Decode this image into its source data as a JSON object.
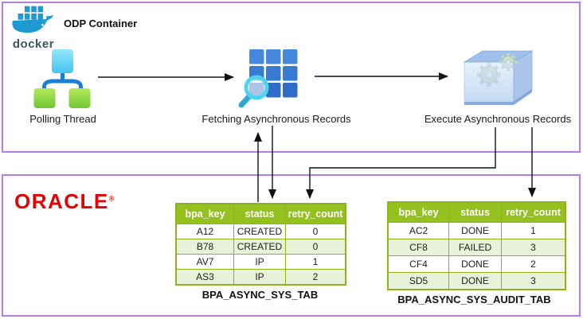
{
  "docker": {
    "wordmark": "docker",
    "logo_icon": "docker-whale-icon"
  },
  "container_box": {
    "title": "ODP Container",
    "nodes": [
      {
        "label": "Polling Thread",
        "icon": "org-hierarchy-icon"
      },
      {
        "label": "Fetching Asynchronous Records",
        "icon": "table-magnifier-icon"
      },
      {
        "label": "Execute Asynchronous Records",
        "icon": "gears-in-box-icon"
      }
    ]
  },
  "database_box": {
    "vendor_logo": "ORACLE",
    "registered_mark": "®",
    "tables": [
      {
        "caption": "BPA_ASYNC_SYS_TAB",
        "headers": [
          "bpa_key",
          "status",
          "retry_count"
        ],
        "rows": [
          [
            "A12",
            "CREATED",
            "0"
          ],
          [
            "B78",
            "CREATED",
            "0"
          ],
          [
            "AV7",
            "IP",
            "1"
          ],
          [
            "AS3",
            "IP",
            "2"
          ]
        ]
      },
      {
        "caption": "BPA_ASYNC_SYS_AUDIT_TAB",
        "headers": [
          "bpa_key",
          "status",
          "retry_count"
        ],
        "rows": [
          [
            "AC2",
            "DONE",
            "1"
          ],
          [
            "CF8",
            "FAILED",
            "3"
          ],
          [
            "CF4",
            "DONE",
            "2"
          ],
          [
            "SD5",
            "DONE",
            "3"
          ]
        ]
      }
    ]
  },
  "colors": {
    "container_border": "#b57de8",
    "table_header_green": "#94c11f",
    "table_row_alt": "#e9f2d9",
    "table_border_green": "#8db31e",
    "oracle_red": "#e60000",
    "docker_blue": "#1d9ad2",
    "arrow_black": "#111111",
    "grid_blue": "#3a7bd2",
    "magnifier_cyan": "#4dd4f1",
    "node_green": "#8ed23f",
    "node_cyan": "#5ccdf5"
  }
}
